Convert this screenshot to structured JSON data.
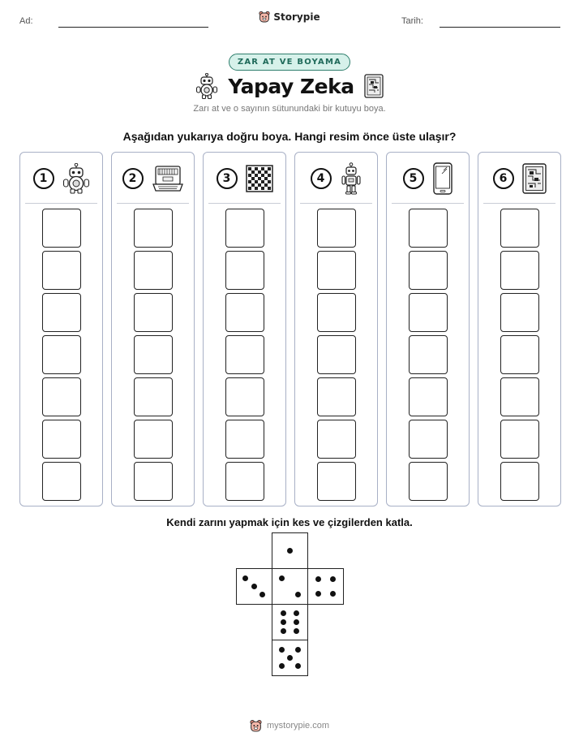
{
  "header": {
    "name_label": "Ad:",
    "date_label": "Tarih:",
    "logo_text": "Storypie"
  },
  "badge": "ZAR AT VE BOYAMA",
  "title": "Yapay Zeka",
  "subtitle": "Zarı at ve o sayının sütunundaki bir kutuyu boya.",
  "instruction": "Aşağıdan yukarıya doğru boya. Hangi resim önce üste ulaşır?",
  "columns": [
    {
      "number": "1",
      "icon": "round-robot-icon"
    },
    {
      "number": "2",
      "icon": "computer-icon"
    },
    {
      "number": "3",
      "icon": "checkerboard-icon"
    },
    {
      "number": "4",
      "icon": "standing-robot-icon"
    },
    {
      "number": "5",
      "icon": "smartphone-icon"
    },
    {
      "number": "6",
      "icon": "circuit-board-icon"
    }
  ],
  "boxes_per_column": 7,
  "dice_instruction": "Kendi zarını yapmak için kes ve çizgilerden katla.",
  "footer": "mystorypie.com",
  "colors": {
    "badge_bg": "#d6f1ea",
    "badge_border": "#2e7e6c",
    "column_border": "#a8b0c6"
  }
}
